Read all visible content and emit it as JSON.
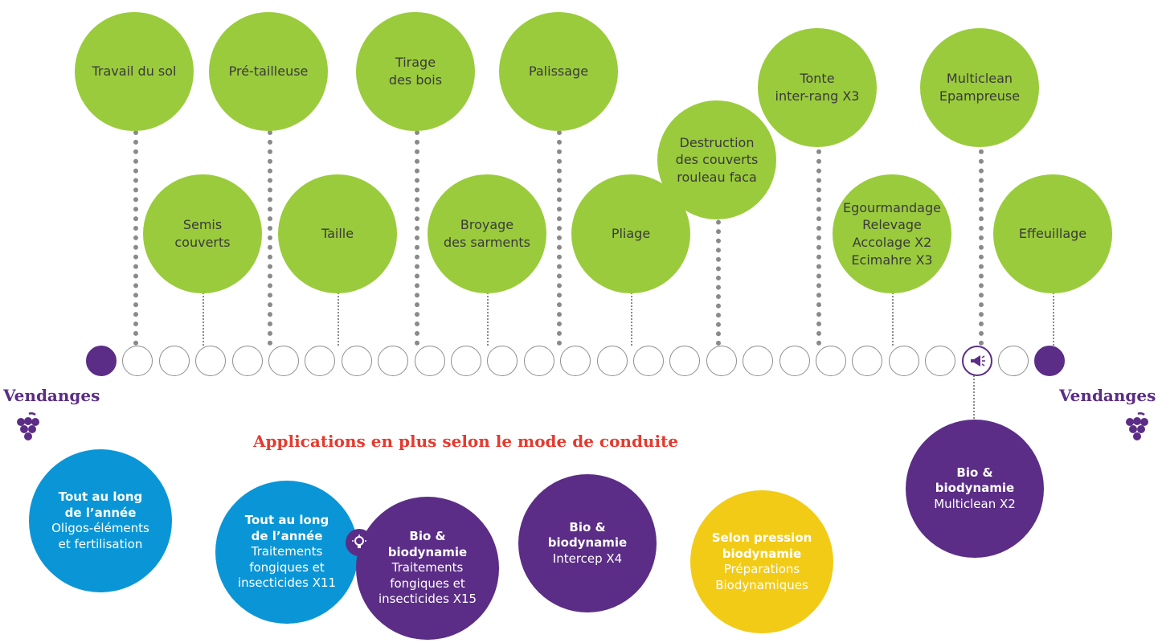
{
  "top_steps": [
    {
      "lines": [
        "Travail du sol"
      ]
    },
    {
      "lines": [
        "Pré-tailleuse"
      ]
    },
    {
      "lines": [
        "Tirage",
        "des bois"
      ]
    },
    {
      "lines": [
        "Palissage"
      ]
    },
    {
      "lines": [
        "Tonte",
        "inter-rang X3"
      ]
    },
    {
      "lines": [
        "Multiclean",
        "Epampreuse"
      ]
    }
  ],
  "mid_steps": [
    {
      "lines": [
        "Semis",
        "couverts"
      ]
    },
    {
      "lines": [
        "Taille"
      ]
    },
    {
      "lines": [
        "Broyage",
        "des sarments"
      ]
    },
    {
      "lines": [
        "Pliage"
      ]
    },
    {
      "lines": [
        "Destruction",
        "des couverts",
        "rouleau faca"
      ]
    },
    {
      "lines": [
        "Egourmandage",
        "Relevage",
        "Accolage X2",
        "Ecimahre X3"
      ]
    },
    {
      "lines": [
        "Effeuillage"
      ]
    }
  ],
  "timeline": {
    "start_label": "Vendanges",
    "end_label": "Vendanges",
    "node_count": 27
  },
  "banner": "Applications en plus selon le mode de conduite",
  "bottom_cards": [
    {
      "title": [
        "Tout au long",
        "de l’année"
      ],
      "text": [
        "Oligos-éléments",
        "et fertilisation"
      ],
      "color": "#0a96d6"
    },
    {
      "title": [
        "Tout au long",
        "de l’année"
      ],
      "text": [
        "Traitements",
        "fongiques et",
        "insecticides X11"
      ],
      "color": "#0a96d6"
    },
    {
      "title": [
        "Bio &",
        "biodynamie"
      ],
      "text": [
        "Traitements",
        "fongiques et",
        "insecticides X15"
      ],
      "color": "#5b2d86"
    },
    {
      "title": [
        "Bio &",
        "biodynamie"
      ],
      "text": [
        "Intercep  X4"
      ],
      "color": "#5b2d86"
    },
    {
      "title": [
        "Selon pression",
        "biodynamie"
      ],
      "text": [
        "Préparations",
        "Biodynamiques"
      ],
      "color": "#f2cb17"
    },
    {
      "title": [
        "Bio &",
        "biodynamie"
      ],
      "text": [
        "Multiclean X2"
      ],
      "color": "#5b2d86"
    }
  ],
  "colors": {
    "green": "#9acb3c",
    "purple": "#5b2d86",
    "blue": "#0a96d6",
    "yellow": "#f2cb17",
    "red": "#e63a2e"
  },
  "icons": [
    "grape-icon",
    "lightbulb-icon",
    "megaphone-icon"
  ]
}
